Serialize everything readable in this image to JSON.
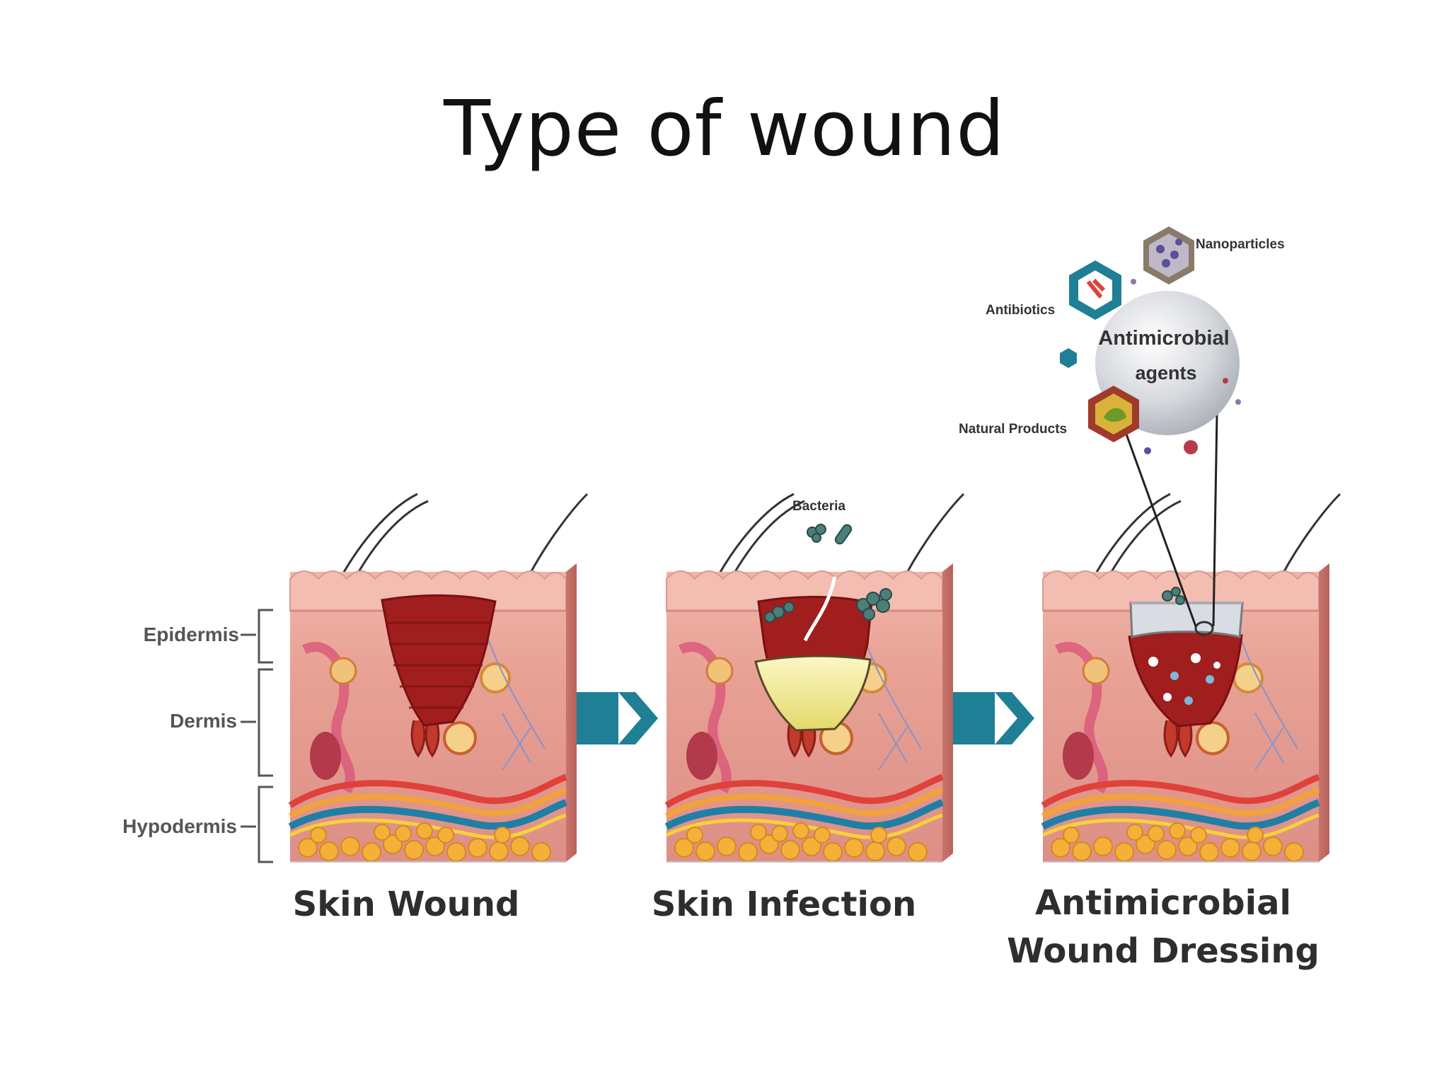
{
  "title": "Type of wound",
  "layers": {
    "epidermis": "Epidermis",
    "dermis": "Dermis",
    "hypodermis": "Hypodermis"
  },
  "panels": {
    "wound": {
      "caption": "Skin Wound"
    },
    "infection": {
      "caption": "Skin Infection",
      "bacteria_label": "Bacteria"
    },
    "dressing": {
      "caption_line1": "Antimicrobial",
      "caption_line2": "Wound Dressing"
    }
  },
  "agents": {
    "center_line1": "Antimicrobial",
    "center_line2": "agents",
    "nanoparticles": "Nanoparticles",
    "antibiotics": "Antibiotics",
    "natural_products": "Natural Products"
  },
  "colors": {
    "arrow": "#1f7f95",
    "skin": "#e8a79b",
    "wound": "#a01e1e",
    "pus": "#f2ec9a",
    "fat": "#f5b03a",
    "dressing": "#d9dde3"
  }
}
